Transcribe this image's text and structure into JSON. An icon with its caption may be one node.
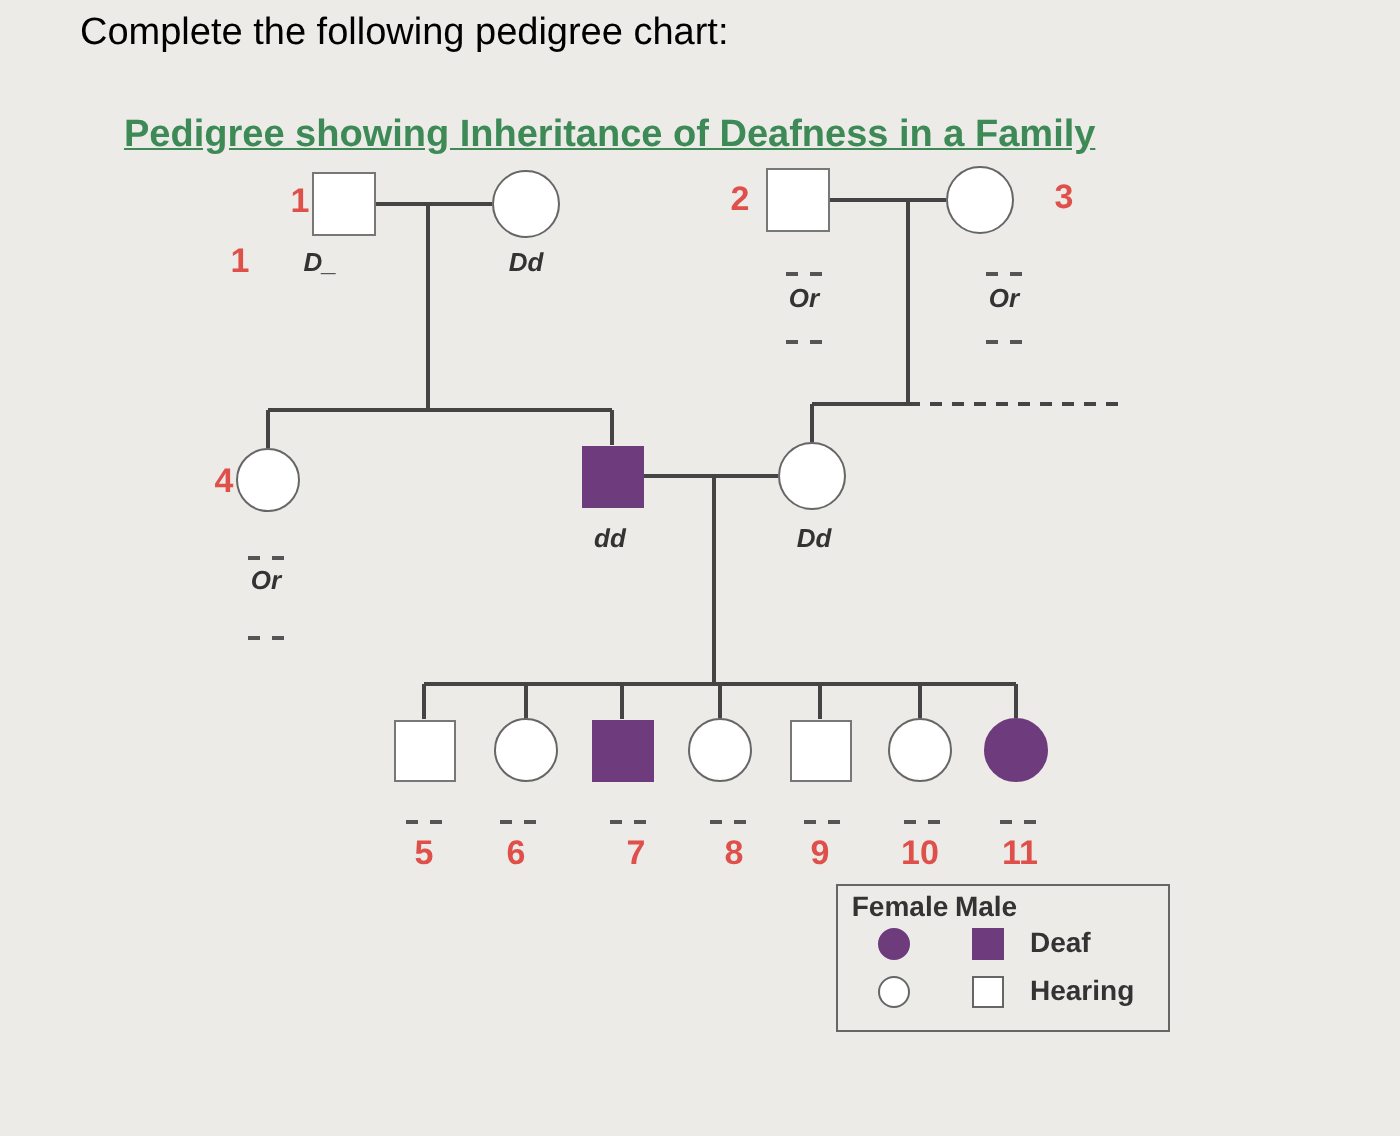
{
  "diagram": {
    "title": "Pedigree showing Inheritance of Deafness in a Family",
    "nodes": [
      {
        "text": [],
        "shape": "box",
        "beside": [
          "1",
          "D_"
        ]
      },
      {
        "text": [],
        "shape": "circle",
        "beside": [
          "Dd"
        ]
      },
      {
        "text": [],
        "shape": "box",
        "beside": [
          "2",
          "Or"
        ]
      },
      {
        "text": [],
        "shape": "circle",
        "beside": [
          "3",
          "Or"
        ]
      },
      {
        "text": [],
        "shape": "circle",
        "beside": [
          "4",
          "Or"
        ]
      },
      {
        "text": [],
        "shape": "box",
        "beside": [
          "dd"
        ]
      },
      {
        "text": [],
        "shape": "circle",
        "beside": [
          "Dd"
        ]
      },
      {
        "text": [],
        "shape": "box",
        "beside": [
          "5"
        ]
      },
      {
        "text": [],
        "shape": "circle",
        "beside": [
          "6"
        ]
      },
      {
        "text": [],
        "shape": "box",
        "beside": [
          "7"
        ]
      },
      {
        "text": [],
        "shape": "circle",
        "beside": [
          "8"
        ]
      },
      {
        "text": [],
        "shape": "box",
        "beside": [
          "9"
        ]
      },
      {
        "text": [],
        "shape": "circle",
        "beside": [
          "10"
        ]
      },
      {
        "text": [],
        "shape": "circle",
        "beside": [
          "11"
        ]
      }
    ],
    "edges": [
      {
        "from": 0,
        "to": 1,
        "arrow": "none"
      },
      {
        "from": 2,
        "to": 3,
        "arrow": "none"
      },
      {
        "from": 0,
        "to": 4,
        "arrow": "none"
      },
      {
        "from": 1,
        "to": 4,
        "arrow": "none"
      },
      {
        "from": 0,
        "to": 5,
        "arrow": "none"
      },
      {
        "from": 1,
        "to": 5,
        "arrow": "none"
      },
      {
        "from": 2,
        "to": 6,
        "arrow": "none"
      },
      {
        "from": 3,
        "to": 6,
        "arrow": "none"
      },
      {
        "from": 2,
        "to": null,
        "arrow": "none",
        "style": "dashed"
      },
      {
        "from": 3,
        "to": null,
        "arrow": "none",
        "style": "dashed"
      },
      {
        "from": 5,
        "to": 6,
        "arrow": "none"
      },
      {
        "from": 5,
        "to": 7,
        "arrow": "none"
      },
      {
        "from": 6,
        "to": 7,
        "arrow": "none"
      },
      {
        "from": 5,
        "to": 8,
        "arrow": "none"
      },
      {
        "from": 6,
        "to": 8,
        "arrow": "none"
      },
      {
        "from": 5,
        "to": 9,
        "arrow": "none"
      },
      {
        "from": 6,
        "to": 9,
        "arrow": "none"
      },
      {
        "from": 5,
        "to": 10,
        "arrow": "none"
      },
      {
        "from": 6,
        "to": 10,
        "arrow": "none"
      },
      {
        "from": 5,
        "to": 11,
        "arrow": "none"
      },
      {
        "from": 6,
        "to": 11,
        "arrow": "none"
      },
      {
        "from": 5,
        "to": 12,
        "arrow": "none"
      },
      {
        "from": 6,
        "to": 12,
        "arrow": "none"
      },
      {
        "from": 5,
        "to": 13,
        "arrow": "none"
      },
      {
        "from": 6,
        "to": 13,
        "arrow": "none"
      }
    ],
    "labels": [
      "Complete the following pedigree chart:",
      "1",
      "Female",
      "Male"
    ],
    "legend": [
      {
        "text": "Deaf"
      },
      {
        "text": "Hearing"
      }
    ]
  }
}
